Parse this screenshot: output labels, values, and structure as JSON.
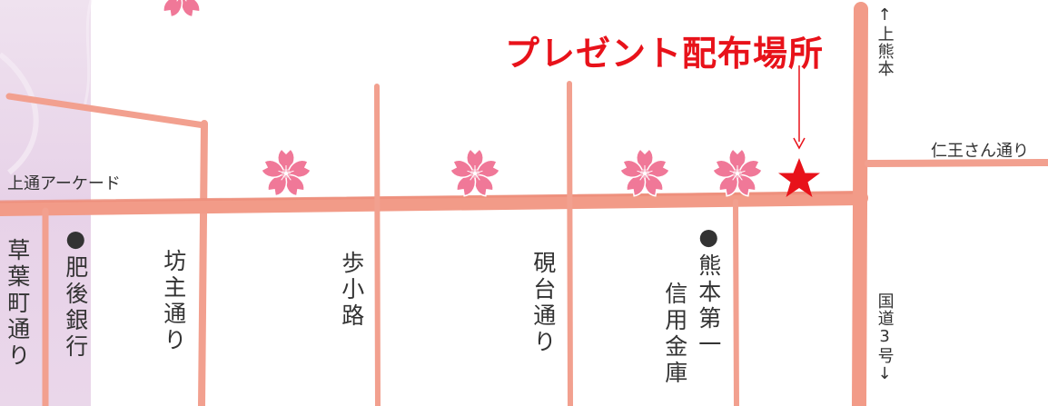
{
  "title": "プレゼント配布場所",
  "streets": {
    "kamitori": "上通アーケード",
    "nio": "仁王さん通り",
    "kamikumamoto": "↑上熊本",
    "kokudo": "国道3号↓",
    "kusaba": "草葉町通り",
    "bozu": "坊主通り",
    "hokoji": "歩小路",
    "suzuri": "硯台通り"
  },
  "landmarks": {
    "higo": "●肥後銀行",
    "kumamoto1": "●熊本第一",
    "shinyo": "信用金庫"
  },
  "colors": {
    "road": "#f2a08f",
    "road_dark": "#e88a78",
    "blossom": "#f07898",
    "blossom_light": "#f7b3c4",
    "star": "#e8121a",
    "side_panel": "#ecd9ea"
  },
  "icons": [
    "cherry-blossom-icon",
    "star-icon",
    "arrow-down-icon"
  ]
}
